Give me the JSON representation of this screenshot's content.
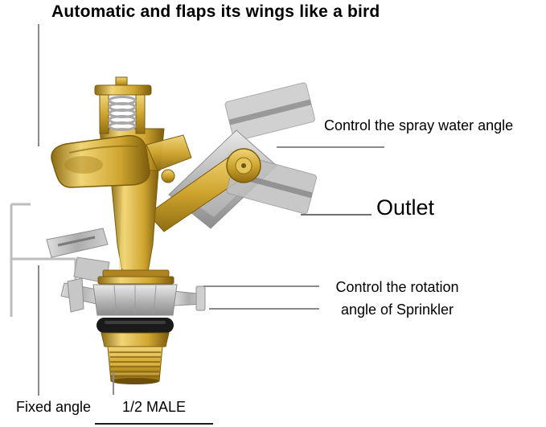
{
  "annotations": {
    "title": "Automatic and flaps its wings like a bird",
    "spray_angle": "Control the spray water angle",
    "outlet": "Outlet",
    "rotation_line1": "Control the rotation",
    "rotation_line2": "angle of Sprinkler",
    "fixed_angle": "Fixed angle",
    "thread_size": "1/2 MALE"
  },
  "illustration": {
    "subject": "brass impact sprinkler head",
    "colors": {
      "brass_light": "#f0d678",
      "brass": "#cfa52f",
      "brass_dark": "#8f6c12",
      "steel_light": "#e9e9e9",
      "steel": "#b3b3b3",
      "o_ring": "#1a1a1a",
      "leader_line": "#8a8a8a",
      "text": "#000000",
      "background": "#ffffff"
    }
  }
}
